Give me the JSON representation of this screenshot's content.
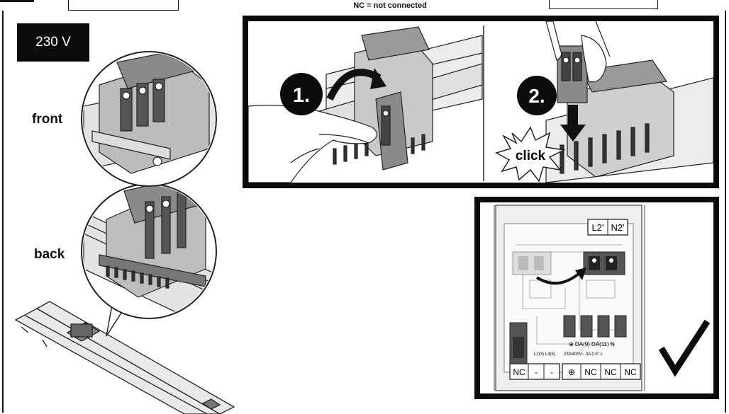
{
  "header": {
    "nc_note": "NC = not connected"
  },
  "voltage_label": "230 V",
  "views": {
    "front": "front",
    "back": "back"
  },
  "steps": {
    "step1": "1.",
    "step2": "2.",
    "click": "click"
  },
  "check_panel": {
    "top_labels": [
      "L2'",
      "N2'"
    ],
    "bottom_left_labels": [
      "NC",
      "-",
      "-"
    ],
    "bottom_right_labels": [
      "⊕",
      "NC",
      "NC",
      "NC"
    ],
    "terminal_row_text": "⊕ DA(9) DA(11) N",
    "rating_text": "230/400V~ 3A 0.5\" s",
    "small_left_text": "L2(3) L3(5)"
  },
  "check_icon": "checkmark-icon"
}
